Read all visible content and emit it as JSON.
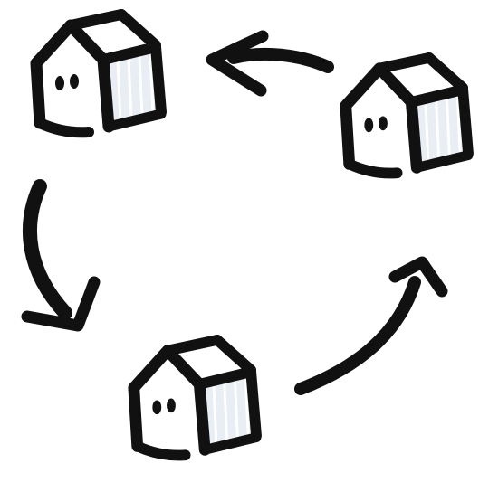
{
  "diagram": {
    "style": "hand-drawn ink sketch",
    "colors": {
      "ink": "#111111",
      "side_panel_fill": "#e8eef4",
      "side_panel_lines": "#ffffff",
      "background": "#ffffff"
    },
    "nodes": [
      {
        "id": "house-top-left",
        "icon": "house-icon"
      },
      {
        "id": "house-right",
        "icon": "house-icon"
      },
      {
        "id": "house-bottom",
        "icon": "house-icon"
      }
    ],
    "edges": [
      {
        "from": "house-right",
        "to": "house-top-left",
        "icon": "arrow-icon"
      },
      {
        "from": "house-top-left",
        "to": "house-bottom",
        "icon": "arrow-icon"
      },
      {
        "from": "house-bottom",
        "to": "house-right",
        "icon": "arrow-icon"
      }
    ]
  }
}
